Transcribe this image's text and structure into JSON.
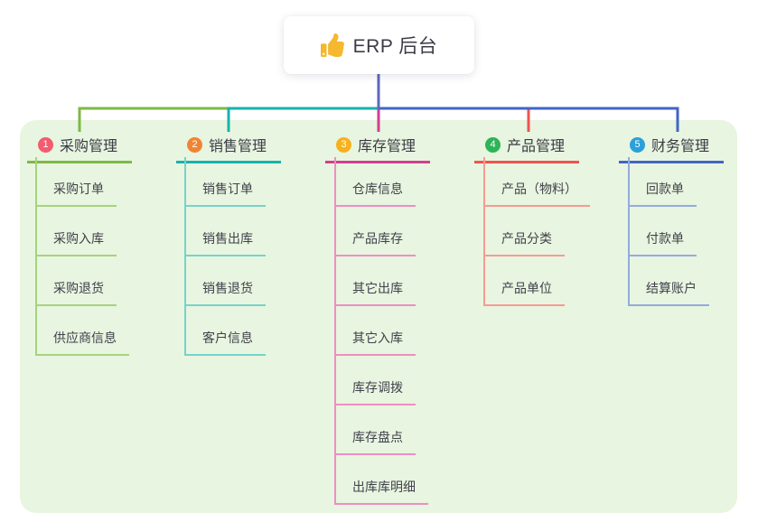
{
  "root": {
    "title": "ERP 后台",
    "icon": "thumbs-up-icon",
    "icon_color": "#f5b82e"
  },
  "colors": {
    "page_background": "#ffffff",
    "panel_background": "#e8f5e0",
    "root_line": "#5b68c0",
    "root_text": "#3c3c46",
    "child_text": "#41414b"
  },
  "branches": [
    {
      "num": "1",
      "title": "采购管理",
      "color": "#7db944",
      "light": "#a6d37e",
      "badge": "#f25c6e",
      "children": [
        "采购订单",
        "采购入库",
        "采购退货",
        "供应商信息"
      ]
    },
    {
      "num": "2",
      "title": "销售管理",
      "color": "#16b3ab",
      "light": "#77d2cb",
      "badge": "#ef8534",
      "children": [
        "销售订单",
        "销售出库",
        "销售退货",
        "客户信息"
      ]
    },
    {
      "num": "3",
      "title": "库存管理",
      "color": "#d33e8e",
      "light": "#ee8ec2",
      "badge": "#f6b21d",
      "children": [
        "仓库信息",
        "产品库存",
        "其它出库",
        "其它入库",
        "库存调拨",
        "库存盘点",
        "出库库明细"
      ]
    },
    {
      "num": "4",
      "title": "产品管理",
      "color": "#f15350",
      "light": "#f79b94",
      "badge": "#2eb356",
      "children": [
        "产品（物料）",
        "产品分类",
        "产品单位"
      ]
    },
    {
      "num": "5",
      "title": "财务管理",
      "color": "#4165c6",
      "light": "#93abdf",
      "badge": "#2ba0d9",
      "children": [
        "回款单",
        "付款单",
        "结算账户"
      ]
    }
  ]
}
